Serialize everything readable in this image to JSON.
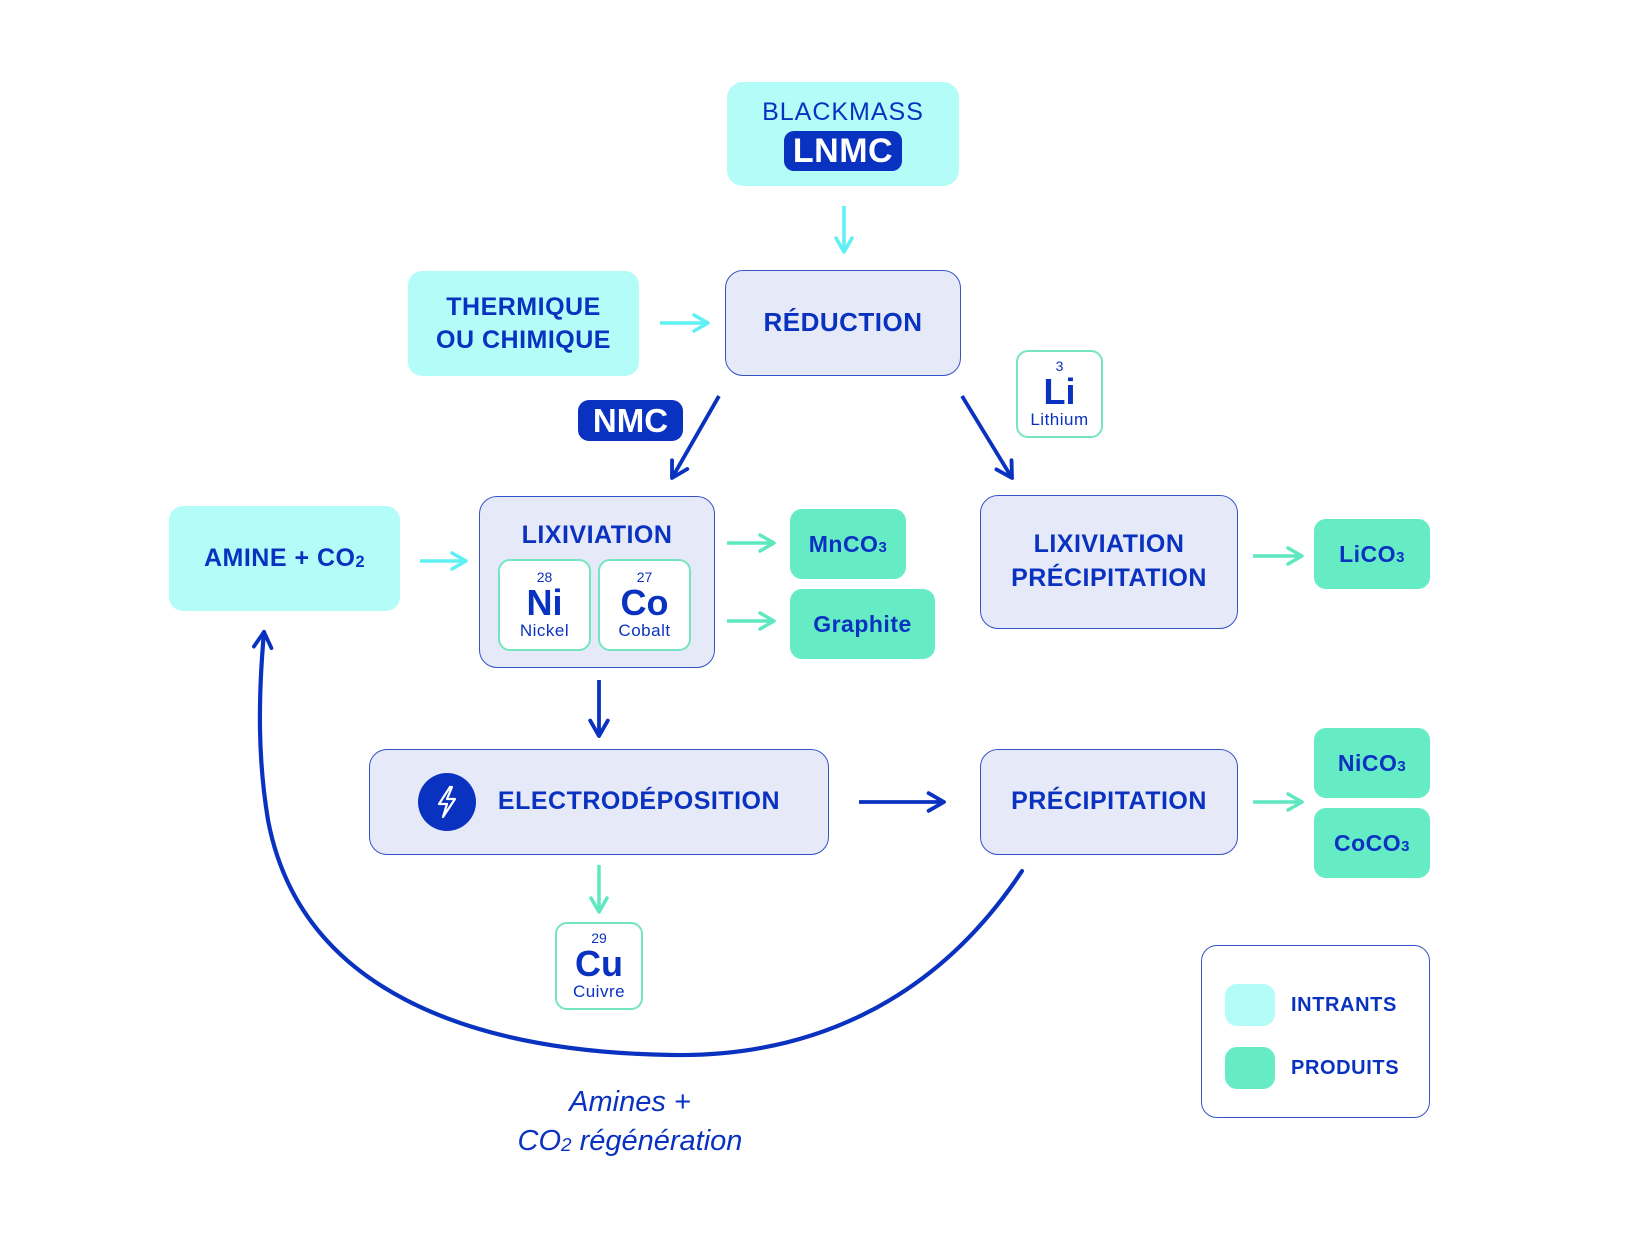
{
  "colors": {
    "intrant": "#b3fcf8",
    "produit": "#65ecc5",
    "process": "#e6e9f7",
    "primary": "#0a32c0",
    "intrant_arrow": "#5ef0f2",
    "produit_arrow": "#5fe8c0"
  },
  "nodes": {
    "blackmass": {
      "label": "BLACKMASS",
      "badge": "LNMC"
    },
    "thermique": {
      "line1": "THERMIQUE",
      "line2": "OU CHIMIQUE"
    },
    "reduction": {
      "label": "RÉDUCTION"
    },
    "nmc_badge": {
      "label": "NMC"
    },
    "amine": {
      "label": "AMINE + CO",
      "sub": "2"
    },
    "lixiviation": {
      "label": "LIXIVIATION"
    },
    "lix_precip": {
      "line1": "LIXIVIATION",
      "line2": "PRÉCIPITATION"
    },
    "electro": {
      "label": "ELECTRODÉPOSITION",
      "icon": "lightning-bolt-icon"
    },
    "precipitation": {
      "label": "PRÉCIPITATION"
    }
  },
  "elements": {
    "ni": {
      "number": "28",
      "symbol": "Ni",
      "name": "Nickel"
    },
    "co": {
      "number": "27",
      "symbol": "Co",
      "name": "Cobalt"
    },
    "li": {
      "number": "3",
      "symbol": "Li",
      "name": "Lithium"
    },
    "cu": {
      "number": "29",
      "symbol": "Cu",
      "name": "Cuivre"
    }
  },
  "products": {
    "mnco3": {
      "label": "MnCO",
      "sub": "3"
    },
    "graphite": {
      "label": "Graphite"
    },
    "lico3": {
      "label": "LiCO",
      "sub": "3"
    },
    "nico3": {
      "label": "NiCO",
      "sub": "3"
    },
    "coco3": {
      "label": "CoCO",
      "sub": "3"
    }
  },
  "legend": {
    "items": [
      {
        "label": "INTRANTS"
      },
      {
        "label": "PRODUITS"
      }
    ]
  },
  "caption": {
    "line1": "Amines +",
    "line2_prefix": "CO",
    "line2_sub": "2",
    "line2_suffix": " régénération"
  }
}
